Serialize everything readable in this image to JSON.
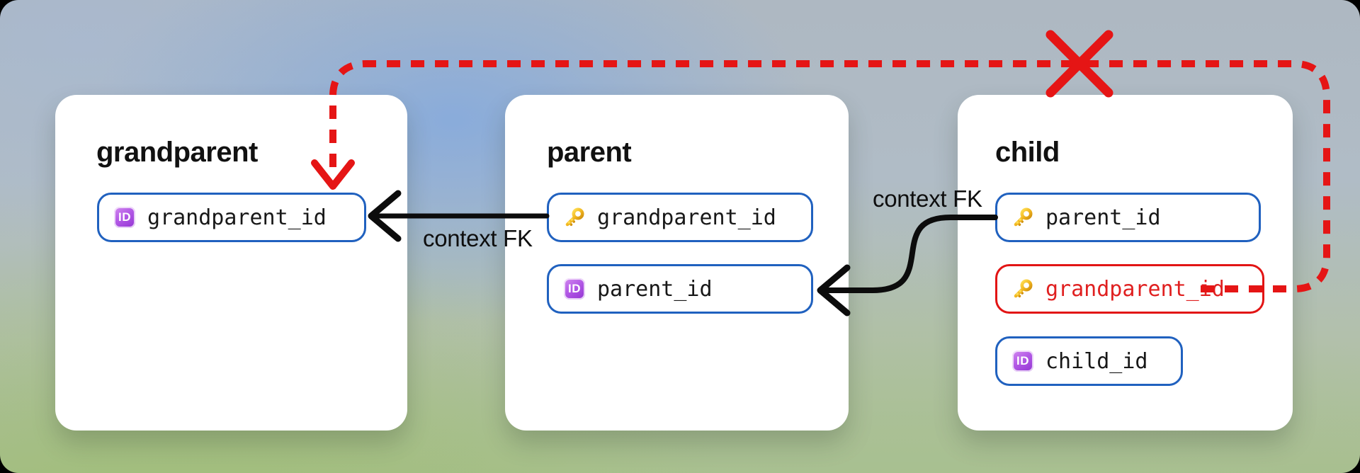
{
  "diagram": {
    "tables": [
      {
        "name": "grandparent",
        "fields": [
          {
            "label": "grandparent_id",
            "icon": "id-badge",
            "state": "normal"
          }
        ]
      },
      {
        "name": "parent",
        "fields": [
          {
            "label": "grandparent_id",
            "icon": "key",
            "state": "normal"
          },
          {
            "label": "parent_id",
            "icon": "id-badge",
            "state": "normal"
          }
        ]
      },
      {
        "name": "child",
        "fields": [
          {
            "label": "parent_id",
            "icon": "key",
            "state": "normal"
          },
          {
            "label": "grandparent_id",
            "icon": "key",
            "state": "error"
          },
          {
            "label": "child_id",
            "icon": "id-badge",
            "state": "normal"
          }
        ]
      }
    ],
    "edges": [
      {
        "label": "context FK",
        "from": "parent.grandparent_id",
        "to": "grandparent.grandparent_id",
        "style": "solid-black-arrow"
      },
      {
        "label": "context FK",
        "from": "child.parent_id",
        "to": "parent.parent_id",
        "style": "solid-black-arrow"
      },
      {
        "label": "",
        "from": "child.grandparent_id",
        "to": "grandparent.grandparent_id",
        "style": "dashed-red-arrow",
        "status": "invalid",
        "marker": "x-cross"
      }
    ],
    "icons": {
      "id_badge_text": "ID"
    },
    "colors": {
      "card_bg": "#ffffff",
      "field_border_blue": "#2061bf",
      "error_red": "#e51515",
      "arrow_black": "#0c0c0c",
      "text": "#141414",
      "id_badge_purple": "#9233d2",
      "key_gold": "#f0b41e"
    }
  }
}
